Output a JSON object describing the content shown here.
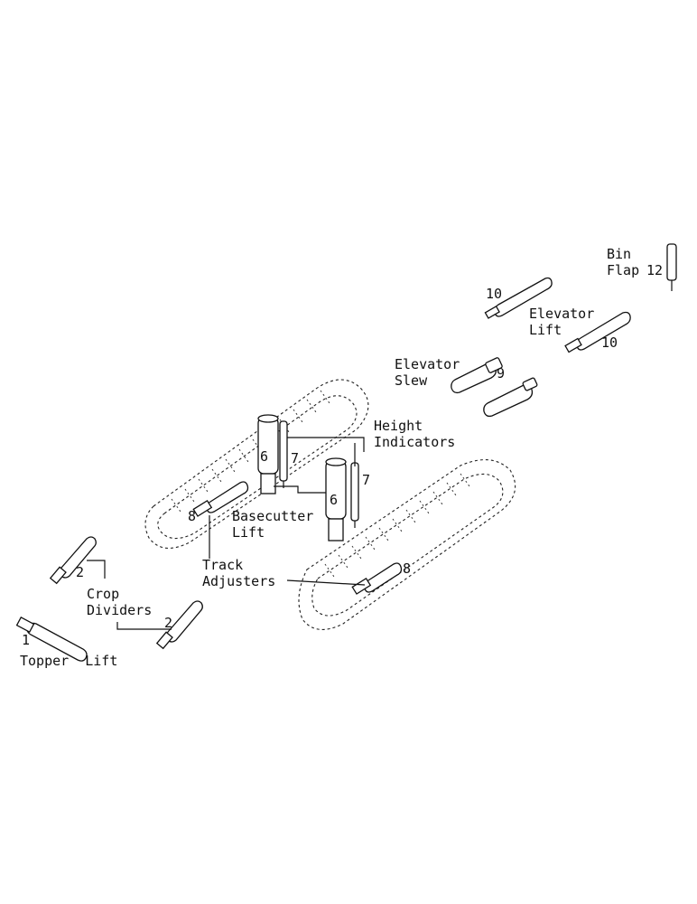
{
  "labels": {
    "bin_flap_line1": "Bin",
    "bin_flap_line2": "Flap",
    "elevator_lift_line1": "Elevator",
    "elevator_lift_line2": "Lift",
    "elevator_slew_line1": "Elevator",
    "elevator_slew_line2": "Slew",
    "height_indicators_line1": "Height",
    "height_indicators_line2": "Indicators",
    "basecutter_lift_line1": "Basecutter",
    "basecutter_lift_line2": "Lift",
    "track_adjusters_line1": "Track",
    "track_adjusters_line2": "Adjusters",
    "crop_dividers_line1": "Crop",
    "crop_dividers_line2": "Dividers",
    "topper_lift": "Topper  Lift"
  },
  "numbers": {
    "n1": "1",
    "n2a": "2",
    "n2b": "2",
    "n6a": "6",
    "n6b": "6",
    "n7a": "7",
    "n7b": "7",
    "n8a": "8",
    "n8b": "8",
    "n9": "9",
    "n10a": "10",
    "n10b": "10",
    "n12": "12"
  }
}
